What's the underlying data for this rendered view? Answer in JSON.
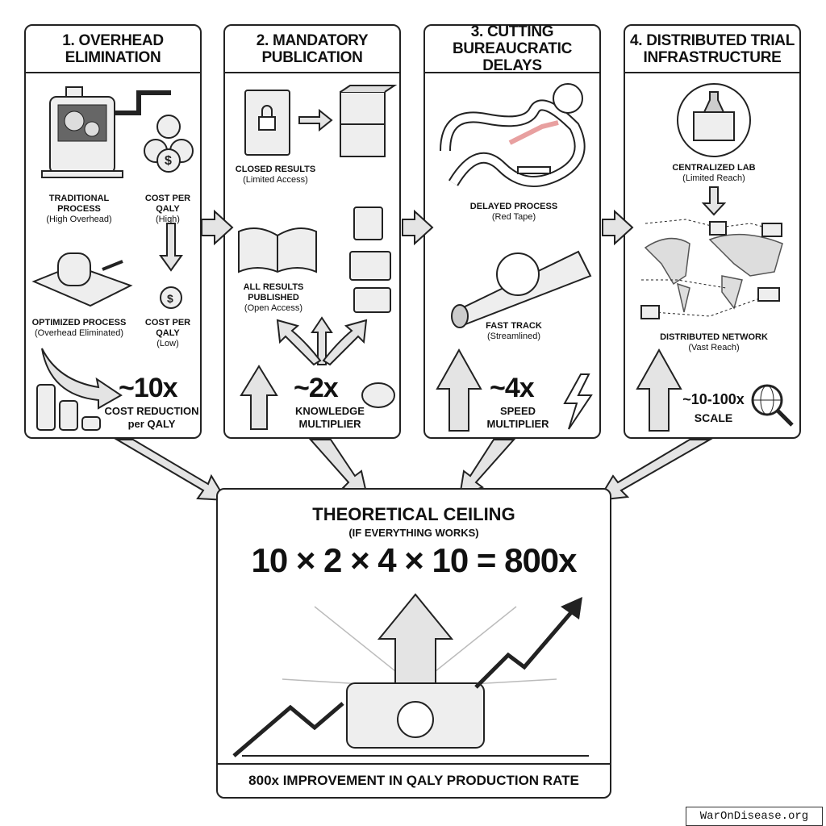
{
  "panels": [
    {
      "title_line1": "1. OVERHEAD",
      "title_line2": "ELIMINATION",
      "labels": [
        {
          "title": "TRADITIONAL PROCESS",
          "sub": "(High Overhead)"
        },
        {
          "title": "COST PER QALY",
          "sub": "(High)"
        },
        {
          "title": "OPTIMIZED PROCESS",
          "sub": "(Overhead Eliminated)"
        },
        {
          "title": "COST PER QALY",
          "sub": "(Low)"
        }
      ],
      "multiplier": "~10x",
      "multiplier_label_1": "COST REDUCTION",
      "multiplier_label_2": "per QALY"
    },
    {
      "title_line1": "2. MANDATORY",
      "title_line2": "PUBLICATION",
      "labels": [
        {
          "title": "CLOSED RESULTS",
          "sub": "(Limited Access)"
        },
        {
          "title": "ALL RESULTS PUBLISHED",
          "sub": "(Open Access)"
        }
      ],
      "multiplier": "~2x",
      "multiplier_label_1": "KNOWLEDGE",
      "multiplier_label_2": "MULTIPLIER"
    },
    {
      "title_line1": "3. CUTTING",
      "title_line2": "BUREAUCRATIC DELAYS",
      "labels": [
        {
          "title": "DELAYED PROCESS",
          "sub": "(Red Tape)"
        },
        {
          "title": "FAST TRACK",
          "sub": "(Streamlined)"
        }
      ],
      "multiplier": "~4x",
      "multiplier_label_1": "SPEED",
      "multiplier_label_2": "MULTIPLIER"
    },
    {
      "title_line1": "4. DISTRIBUTED TRIAL",
      "title_line2": "INFRASTRUCTURE",
      "labels": [
        {
          "title": "CENTRALIZED LAB",
          "sub": "(Limited Reach)"
        },
        {
          "title": "DISTRIBUTED NETWORK",
          "sub": "(Vast Reach)"
        }
      ],
      "multiplier": "~10-100x",
      "multiplier_label_1": "SCALE",
      "multiplier_label_2": ""
    }
  ],
  "ceiling": {
    "title": "THEORETICAL CEILING",
    "subtitle": "(IF EVERYTHING WORKS)",
    "equation": "10 × 2 × 4 × 10 = 800x",
    "footer": "800x IMPROVEMENT IN QALY PRODUCTION RATE"
  },
  "watermark": "WarOnDisease.org",
  "colors": {
    "ink": "#222222",
    "red_tape": "#e8a0a0",
    "fill": "#e6e6e6"
  }
}
